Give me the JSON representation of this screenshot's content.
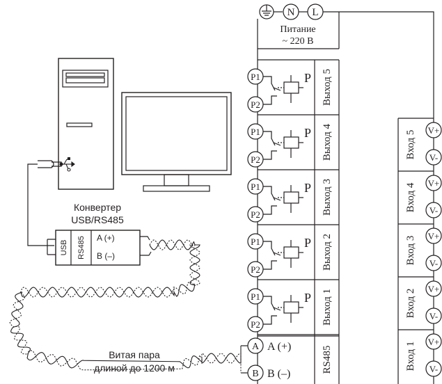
{
  "power": {
    "terminals": [
      "N",
      "L"
    ],
    "label": "Питание",
    "voltage": "~ 220 В",
    "ground_icon": "ground-icon"
  },
  "outputs": {
    "terminal_top": "P1",
    "terminal_bottom": "P2",
    "relay_letter": "P",
    "labels": [
      "Выход 5",
      "Выход 4",
      "Выход 3",
      "Выход 2",
      "Выход 1"
    ]
  },
  "rs485_block": {
    "terminal_a": "A",
    "terminal_b": "B",
    "label_a": "A (+)",
    "label_b": "B (–)",
    "side_label": "RS485"
  },
  "inputs": {
    "labels": [
      "Вход 5",
      "Вход 4",
      "Вход 3",
      "Вход 2",
      "Вход 1"
    ],
    "terminal_plus": "V+",
    "terminal_minus": "V-"
  },
  "converter": {
    "title_line1": "Конвертер",
    "title_line2": "USB/RS485",
    "usb_label": "USB",
    "rs485_label": "RS485",
    "pin_a": "A (+)",
    "pin_b": "B (–)",
    "usb_icon": "usb-icon"
  },
  "cable": {
    "label_line1": "Витая пара",
    "label_line2": "длиной до 1200 м"
  },
  "colors": {
    "line": "#231f20",
    "background": "#ffffff"
  }
}
